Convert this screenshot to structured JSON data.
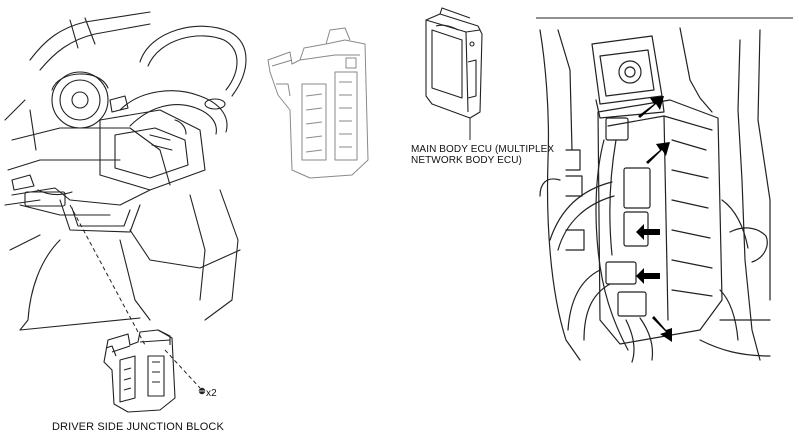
{
  "labels": {
    "main_body_ecu_line1": "MAIN BODY ECU (MULTIPLEX",
    "main_body_ecu_line2": "NETWORK BODY ECU)",
    "driver_side_junction_block": "DRIVER SIDE JUNCTION BLOCK",
    "bolt_quantity": "x2"
  },
  "colors": {
    "line": "#222222",
    "light_line": "#8a8a8a",
    "arrow": "#000000",
    "background": "#ffffff"
  }
}
